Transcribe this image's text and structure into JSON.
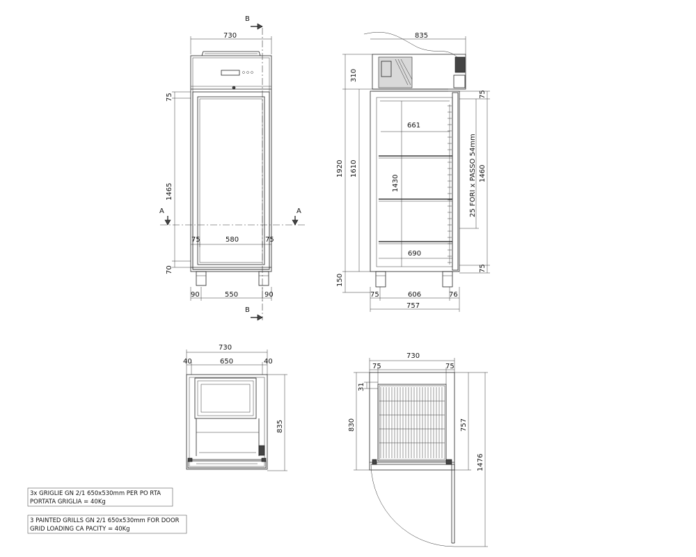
{
  "section_marks": {
    "a_left": "A",
    "a_right": "A",
    "b_top": "B",
    "b_bottom": "B"
  },
  "front_view": {
    "width_total": "730",
    "height_top_gap": "75",
    "height_door": "1465",
    "height_bottom_gap": "70",
    "inner_width": "580",
    "inner_side_left": "75",
    "inner_side_right": "75",
    "feet_left": "90",
    "feet_span": "550",
    "feet_right": "90"
  },
  "side_view": {
    "depth_total": "835",
    "height_top_unit": "310",
    "height_total": "1920",
    "height_cabinet": "1610",
    "height_feet": "150",
    "inner_height": "1430",
    "shelf_depth_top": "661",
    "shelf_depth_bottom": "690",
    "rack_top": "75",
    "rack_height": "1460",
    "rack_bottom": "75",
    "rack_note": "25 FORI x PASSO 54mm",
    "feet_front": "75",
    "feet_span": "606",
    "feet_rear": "76",
    "depth_body": "757"
  },
  "top_view": {
    "width_total": "730",
    "side_left": "40",
    "inner_width": "650",
    "side_right": "40",
    "depth": "835"
  },
  "section_view": {
    "width_total": "730",
    "side_left": "75",
    "side_right": "75",
    "small_gap": "31",
    "height_inner": "830",
    "depth_body": "757",
    "depth_door_open": "1476"
  },
  "notes": [
    {
      "line1": "3x GRIGLIE GN 2/1 650x530mm PER PO   RTA",
      "line2": "PORTATA GRIGLIA = 40Kg"
    },
    {
      "line1": "3 PAINTED GRILLS GN 2/1 650x530mm FOR DOOR",
      "line2": "GRID LOADING CA  PACITY = 40Kg"
    }
  ]
}
